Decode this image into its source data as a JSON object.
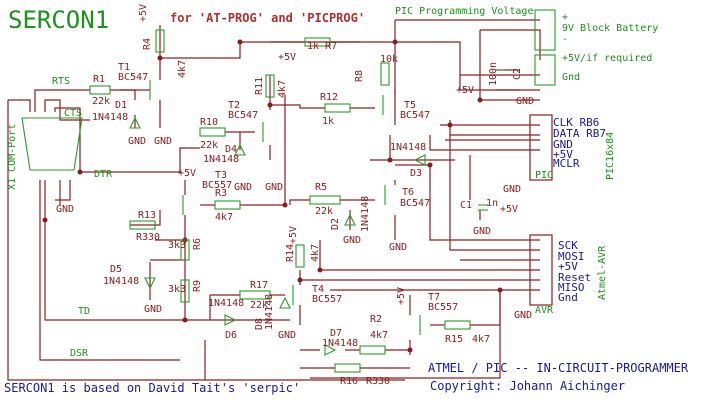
{
  "title": "SERCON1",
  "subtitle": "for 'AT-PROG' and 'PICPROG'",
  "footer": {
    "credit_left": "SERCON1 is based on David Tait's 'serpic'",
    "heading_right": "ATMEL / PIC -- IN-CIRCUIT-PROGRAMMER",
    "copyright": "Copyright: Johann Aichinger"
  },
  "labels": {
    "pic_voltage": "PIC Programming Voltage",
    "batt_plus": "+",
    "batt_name": "9V Block Battery",
    "batt_minus": "-",
    "ext_supply": "+5V/if required",
    "gnd_out": "Gnd",
    "com_port": "X1 COM-Port",
    "rts": "RTS",
    "cts": "CTS",
    "dtr": "DTR",
    "td": "TD",
    "dsr": "DSR",
    "pic_chip": "PIC16x84",
    "pic_box": "PIC",
    "atmel_chip": "Atmel-AVR",
    "avr_box": "AVR"
  },
  "pic_pins": [
    "CLK RB6",
    "DATA RB7",
    "GND",
    "+5V",
    "MCLR"
  ],
  "avr_pins": [
    "SCK",
    "MOSI",
    "+5V",
    "Reset",
    "MISO",
    "Gnd"
  ],
  "components": {
    "R1": "R1",
    "R1v": "22k",
    "R2": "R2",
    "R2v": "4k7",
    "R3": "R3",
    "R3v": "4k7",
    "R4": "R4",
    "R4v": "4k7",
    "R5": "R5",
    "R5v": "22k",
    "R6": "R6",
    "R6v": "3k3",
    "R7": "1k R7",
    "R8": "R8",
    "R8v": "10k",
    "R9": "R9",
    "R9v": "3k3",
    "R10": "R10",
    "R10v": "22k",
    "R11": "R11",
    "R11v": "4k7",
    "R12": "R12",
    "R12v": "1k",
    "R13": "R13",
    "R13v": "R330",
    "R14": "R14",
    "R14v": "4k7",
    "R15": "R15",
    "R15v": "4k7",
    "R16": "R16",
    "R16v": "R330",
    "R17": "R17",
    "R17v": "22k",
    "T1": "T1",
    "T1v": "BC547",
    "T2": "T2",
    "T2v": "BC547",
    "T3": "T3",
    "T3v": "BC557",
    "T4": "T4",
    "T4v": "BC557",
    "T5": "T5",
    "T5v": "BC547",
    "T6": "T6",
    "T6v": "BC547",
    "T7": "T7",
    "T7v": "BC557",
    "D1": "D1",
    "D1v": "1N4148",
    "D2": "D2",
    "D2v": "1N4148",
    "D3": "D3",
    "D3v": "1N4148",
    "D4": "D4",
    "D4v": "1N4148",
    "D5": "D5",
    "D5v": "1N4148",
    "D6": "D6",
    "D6v": "1N4148",
    "D7": "D7",
    "D7v": "1N4148",
    "D8": "D8",
    "D8v": "1N4148",
    "C1": "C1",
    "C1v": "1n",
    "C2": "C2",
    "C2v": "100n",
    "plus5": "+5V",
    "gnd": "GND"
  },
  "colors": {
    "wire": "#8a2020",
    "component": "#2a9a2a",
    "title": "#1f8f1f",
    "blue_text": "#1a1a9a",
    "background": "#ffffff"
  }
}
